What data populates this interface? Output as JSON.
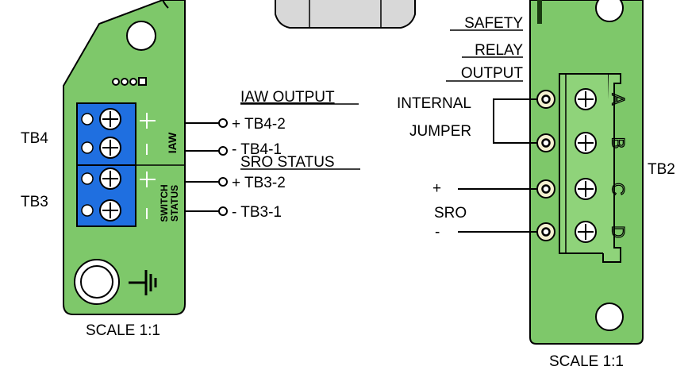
{
  "left_board": {
    "tb4_label": "TB4",
    "tb3_label": "TB3",
    "iaw_text": "IAW",
    "switch_status_line1": "SWITCH",
    "switch_status_line2": "STATUS",
    "scale_label": "SCALE 1:1",
    "board_color": "#7ec86a",
    "terminal_color": "#1f6fe0"
  },
  "left_outputs": {
    "iaw_heading": "IAW OUTPUT",
    "sro_heading": "SRO STATUS",
    "tb4_2": "+ TB4-2",
    "tb4_1": "- TB4-1",
    "tb3_2": "+ TB3-2",
    "tb3_1": "- TB3-1"
  },
  "right_board": {
    "heading_line1": "SAFETY",
    "heading_line2": "RELAY",
    "heading_line3": "OUTPUT",
    "internal": "INTERNAL",
    "jumper": "JUMPER",
    "plus": "+",
    "sro": "SRO",
    "minus": "-",
    "tb2_label": "TB2",
    "letters": [
      "A",
      "B",
      "C",
      "D"
    ],
    "scale_label": "SCALE 1:1",
    "board_color": "#7ec86a",
    "connector_color": "#8fd37a",
    "pad_color": "#f4f0d0"
  }
}
